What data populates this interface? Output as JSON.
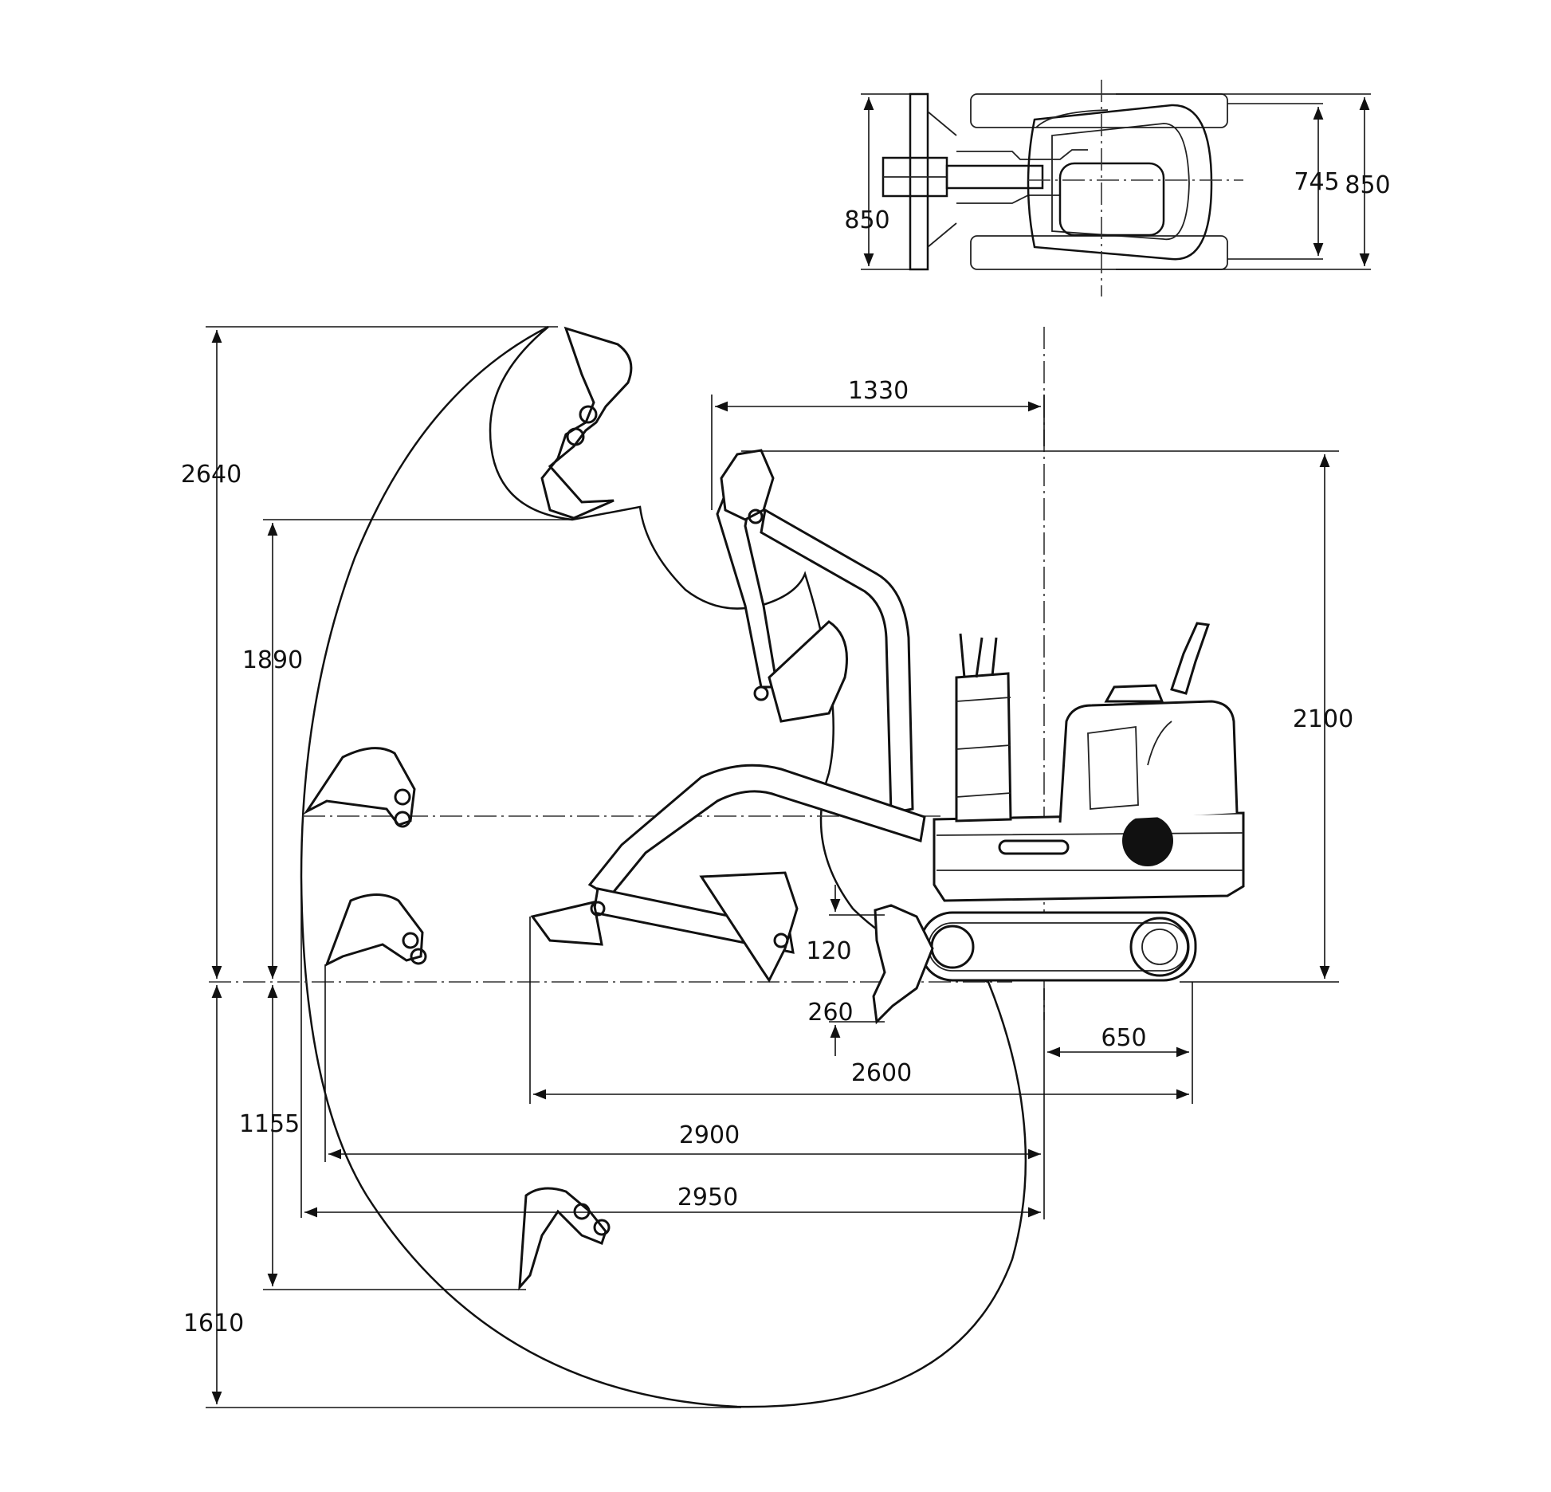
{
  "top_view": {
    "overall_width_left": "850",
    "track_inner": "745",
    "overall_width_right": "850"
  },
  "side_view": {
    "boom_offset": "1330",
    "max_dump_height": "1890",
    "max_digging_height": "2640",
    "transport_height": "2100",
    "max_digging_depth": "1155",
    "vertical_wall_depth": "1610",
    "blade_lift": "120",
    "blade_drop": "260",
    "tail_radius": "650",
    "transport_length": "2600",
    "reach_at_ground": "2900",
    "max_reach": "2950"
  }
}
